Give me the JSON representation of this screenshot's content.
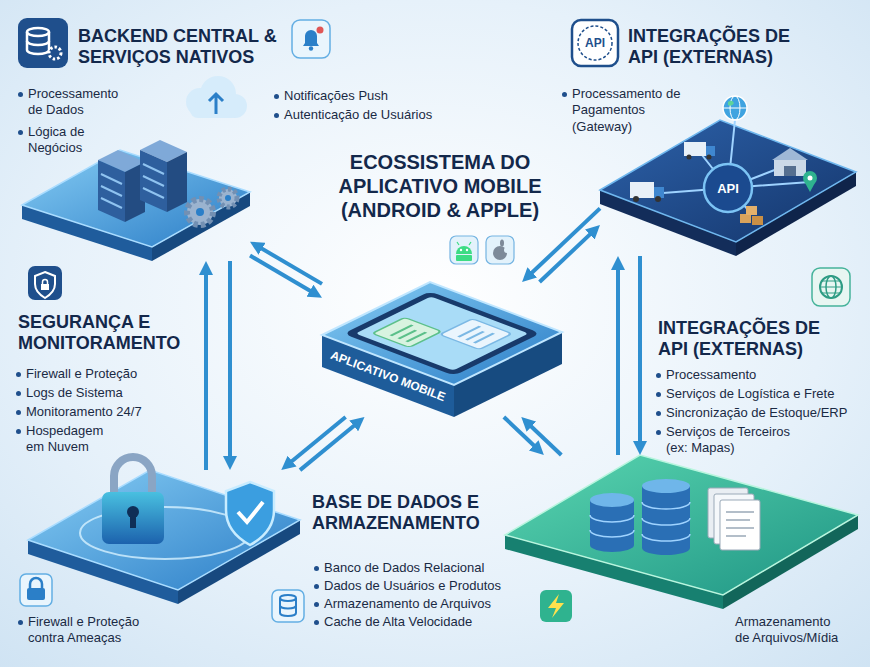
{
  "diagram": {
    "title": "ECOSSISTEMA DO APLICATIVO MOBILE (ANDROID & APPLE)",
    "nodes": [
      {
        "text": [
          "BACKEND CENTRAL & SERVIÇOS NATIVOS",
          "Processamento de Dados",
          "Lógica de Negócios",
          "Notificações Push",
          "Autenticação de Usuários"
        ]
      },
      {
        "text": [
          "INTEGRAÇÕES DE API (EXTERNAS)",
          "Processamento de Pagamentos (Gateway)"
        ]
      },
      {
        "text": [
          "APLICATIVO MOBILE"
        ]
      },
      {
        "text": [
          "SEGURANÇA E MONITORAMENTO",
          "Firewall e Proteção",
          "Logs de Sistema",
          "Monitoramento 24/7",
          "Hospedagem em Nuvem"
        ]
      },
      {
        "text": [
          "Armazenamento de Arquivos/Mídia"
        ]
      }
    ],
    "edges": [
      {
        "from": 2,
        "to": 0,
        "arrow": "to"
      },
      {
        "from": 0,
        "to": 2,
        "arrow": "to"
      },
      {
        "from": 2,
        "to": 1,
        "arrow": "to"
      },
      {
        "from": 1,
        "to": 2,
        "arrow": "to"
      },
      {
        "from": 2,
        "to": 3,
        "arrow": "to"
      },
      {
        "from": 3,
        "to": 2,
        "arrow": "to"
      },
      {
        "from": 2,
        "to": 4,
        "arrow": "to"
      },
      {
        "from": 4,
        "to": 2,
        "arrow": "to"
      },
      {
        "from": 0,
        "to": 3,
        "arrow": "to"
      },
      {
        "from": 3,
        "to": 0,
        "arrow": "to"
      },
      {
        "from": 1,
        "to": 4,
        "arrow": "to"
      },
      {
        "from": 4,
        "to": 1,
        "arrow": "to"
      }
    ],
    "labels": [
      "API",
      "API",
      "INTEGRAÇÕES DE API (EXTERNAS)",
      "Processamento",
      "Serviços de Logística e Frete",
      "Sincronização de Estoque/ERP",
      "Serviços de Terceiros (ex: Mapas)",
      "BASE DE DADOS E ARMAZENAMENTO",
      "Banco de Dados Relacional",
      "Dados de Usuários e Produtos",
      "Armazenamento de Arquivos",
      "Cache de Alta Velocidade",
      "Firewall e Proteção contra Ameaças"
    ]
  }
}
